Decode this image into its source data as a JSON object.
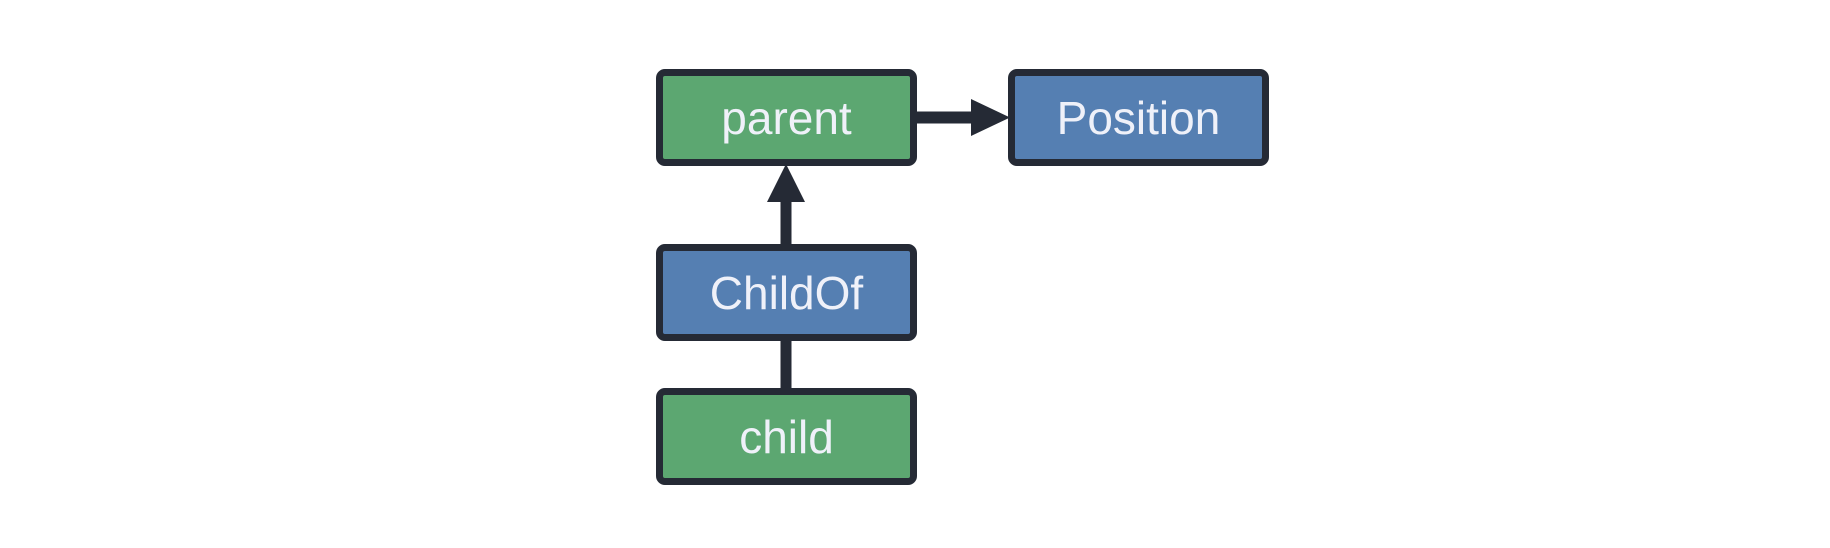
{
  "diagram": {
    "type": "flowchart",
    "background": "#ffffff",
    "palette": {
      "entity_fill": "#5CA771",
      "relationship_fill": "#557FB2",
      "stroke": "#252A35",
      "label_color": "#EFF1F9"
    },
    "nodes": {
      "parent": {
        "label": "parent",
        "kind": "entity",
        "fill": "#5CA771"
      },
      "position": {
        "label": "Position",
        "kind": "component",
        "fill": "#557FB2"
      },
      "childof": {
        "label": "ChildOf",
        "kind": "relationship",
        "fill": "#557FB2"
      },
      "child": {
        "label": "child",
        "kind": "entity",
        "fill": "#5CA771"
      }
    },
    "edges": [
      {
        "from": "parent",
        "to": "position",
        "style": "arrow"
      },
      {
        "from": "childof",
        "to": "parent",
        "style": "arrow"
      },
      {
        "from": "child",
        "to": "childof",
        "style": "line"
      }
    ]
  }
}
